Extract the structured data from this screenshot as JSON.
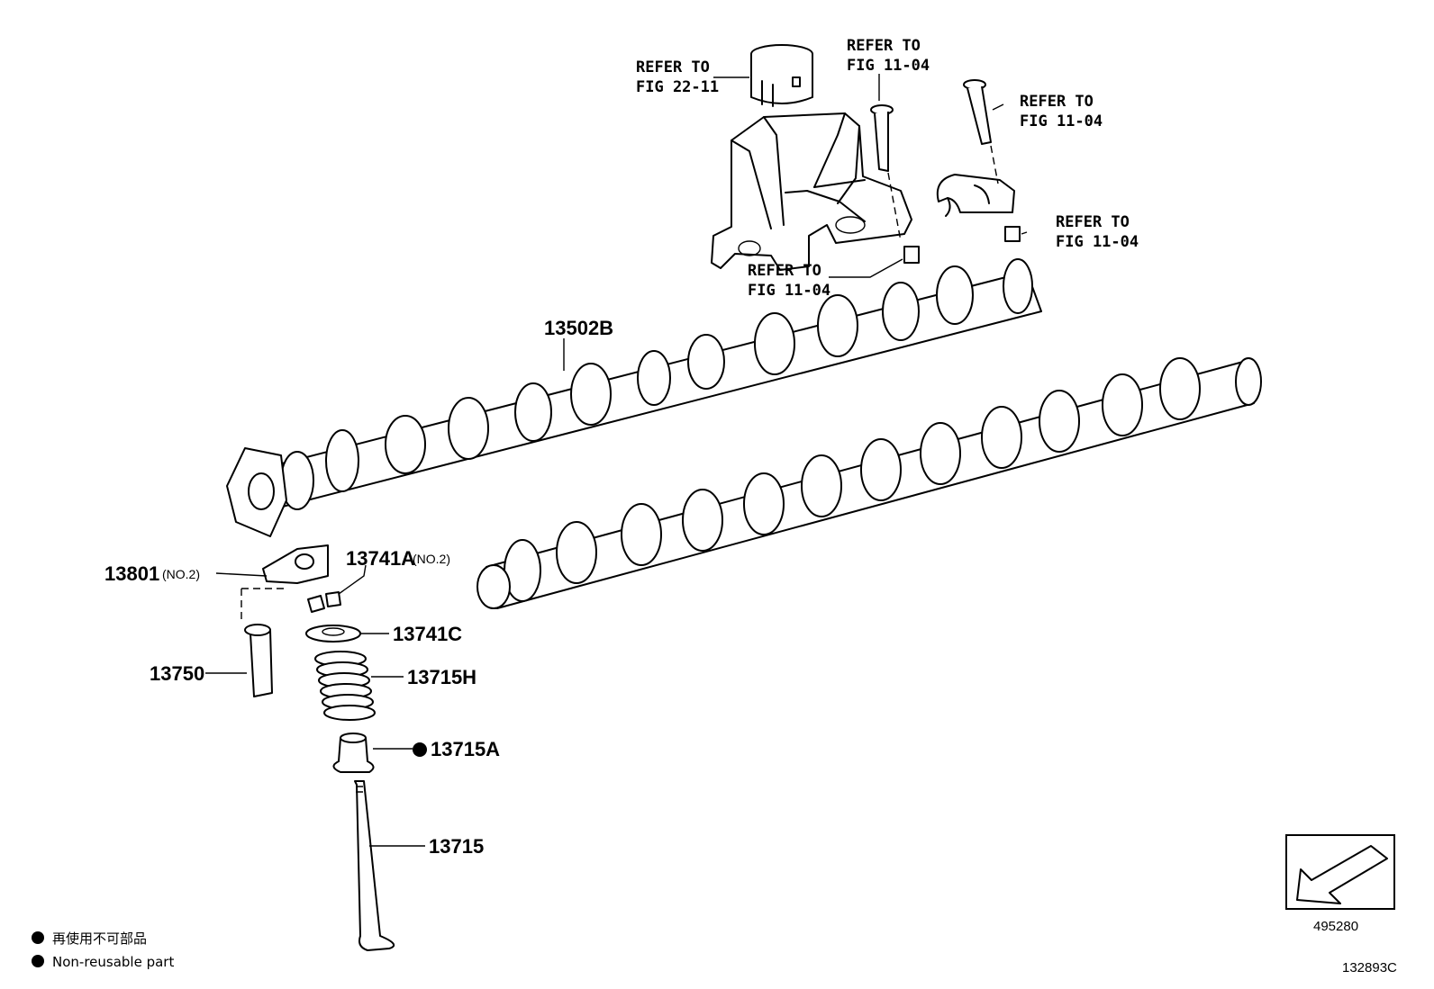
{
  "references": [
    {
      "id": "ref-22-11",
      "line1": "REFER TO",
      "line2": "FIG 22-11"
    },
    {
      "id": "ref-11-04-a",
      "line1": "REFER TO",
      "line2": "FIG 11-04"
    },
    {
      "id": "ref-11-04-b",
      "line1": "REFER TO",
      "line2": "FIG 11-04"
    },
    {
      "id": "ref-11-04-c",
      "line1": "REFER TO",
      "line2": "FIG 11-04"
    },
    {
      "id": "ref-11-04-d",
      "line1": "REFER TO",
      "line2": "FIG 11-04"
    }
  ],
  "parts": {
    "camshaft": {
      "number": "13502B"
    },
    "rocker_arm": {
      "number": "13801",
      "note": "(NO.2)"
    },
    "valve_keeper": {
      "number": "13741A",
      "note": "(NO.2)"
    },
    "spring_retainer": {
      "number": "13741C"
    },
    "lash_adjuster": {
      "number": "13750"
    },
    "valve_spring": {
      "number": "13715H"
    },
    "valve_stem_seal": {
      "number": "13715A"
    },
    "valve": {
      "number": "13715"
    }
  },
  "legend": {
    "line_jp": "再使用不可部品",
    "line_en": "Non-reusable part"
  },
  "view_box_code": "495280",
  "figure_code": "132893C"
}
